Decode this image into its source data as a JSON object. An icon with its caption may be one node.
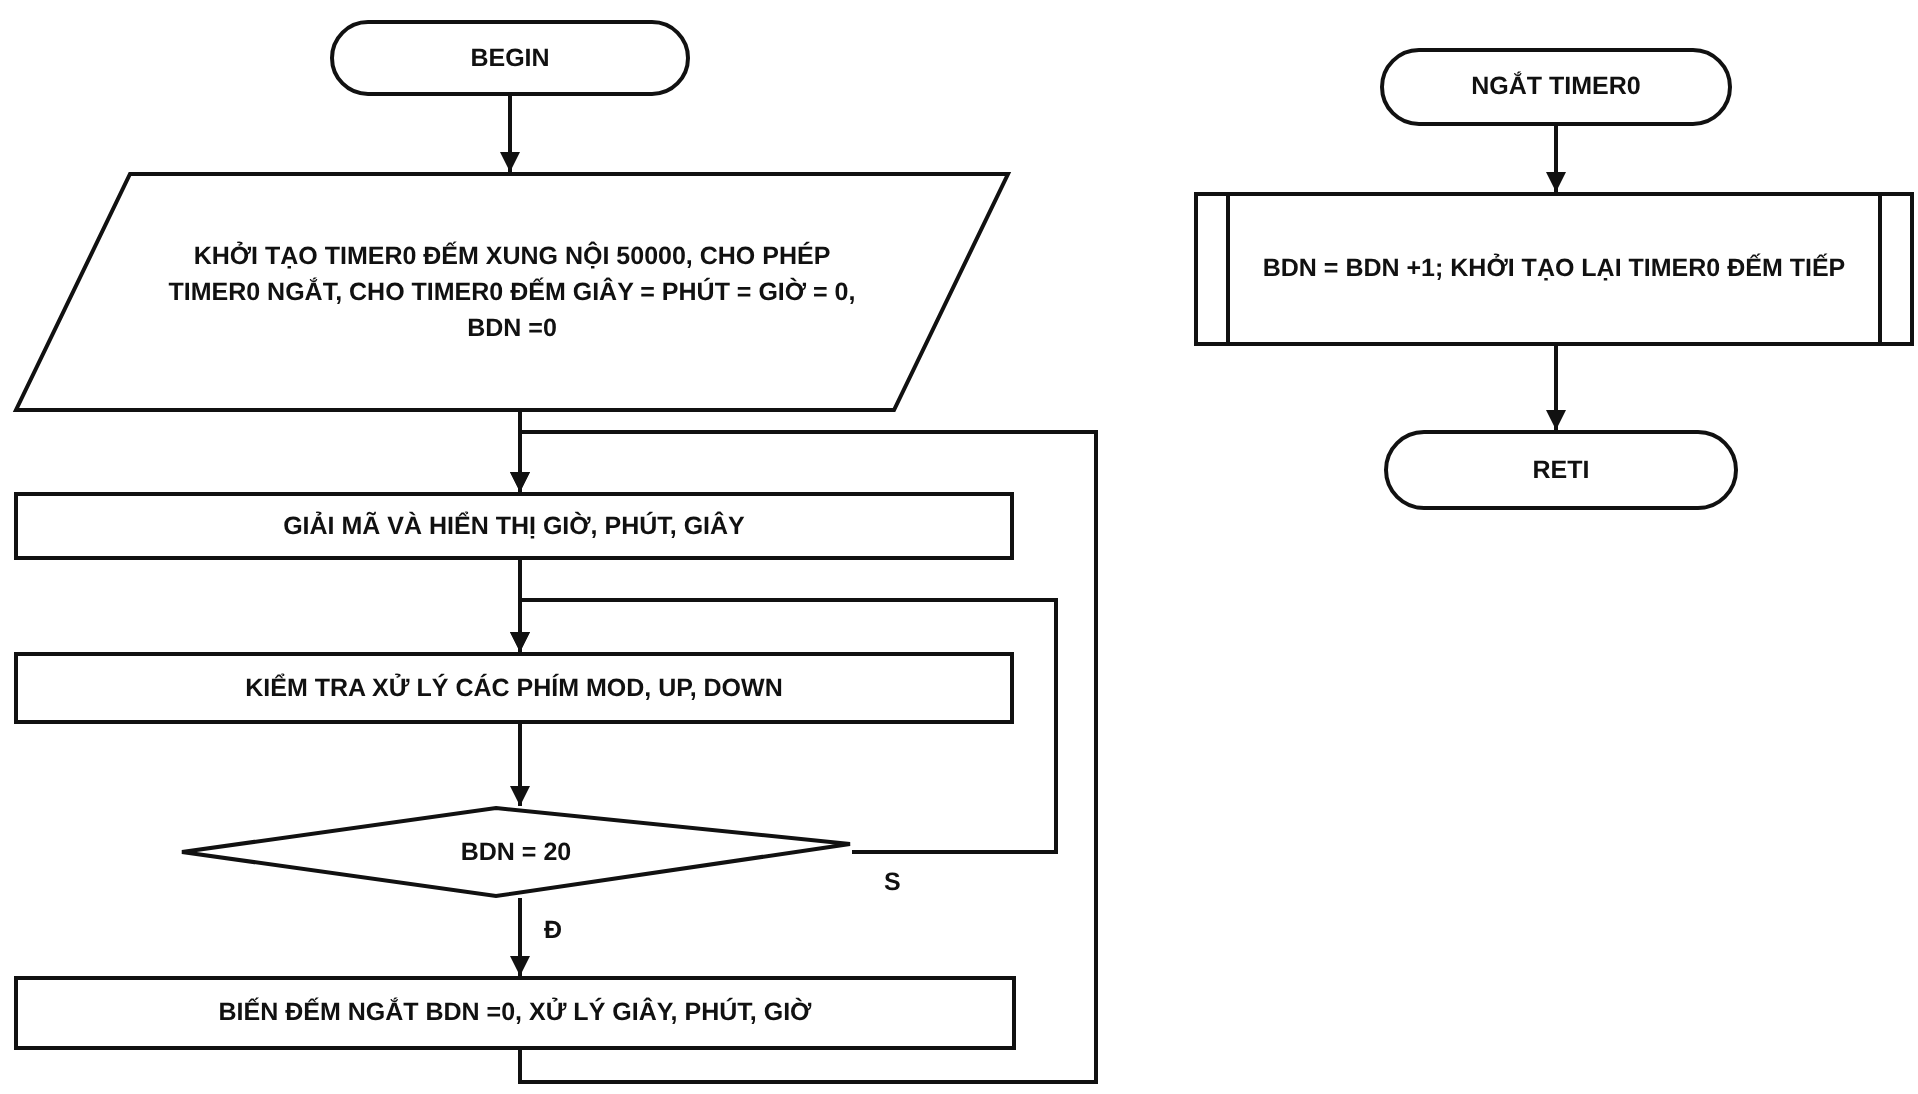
{
  "diagram": {
    "nodes": [
      {
        "text": [
          "BEGIN"
        ]
      },
      {
        "text": [
          "KHỞI TẠO TIMER0 ĐẾM XUNG NỘI 50000, CHO PHÉP TIMER0 NGẮT, CHO TIMER0 ĐẾM GIÂY = PHÚT = GIỜ = 0, BDN =0"
        ]
      },
      {
        "text": [
          "GIẢI MÃ VÀ HIỂN THỊ GIỜ, PHÚT, GIÂY"
        ]
      },
      {
        "text": [
          "KIỂM TRA XỬ LÝ CÁC PHÍM MOD, UP, DOWN"
        ]
      },
      {
        "text": [
          "BDN = 20"
        ]
      },
      {
        "text": [
          "BIẾN ĐẾM NGẮT BDN =0, XỬ LÝ GIÂY, PHÚT, GIỜ"
        ]
      },
      {
        "text": [
          "NGẮT TIMER0"
        ]
      },
      {
        "text": [
          "BDN = BDN +1; KHỞI TẠO LẠI TIMER0 ĐẾM TIẾP"
        ]
      },
      {
        "text": [
          "RETI"
        ]
      }
    ],
    "edges": [
      {
        "from": 0,
        "to": 1,
        "arrow": "to"
      },
      {
        "from": 1,
        "to": 2,
        "arrow": "to"
      },
      {
        "from": 2,
        "to": 3,
        "arrow": "to"
      },
      {
        "from": 3,
        "to": 4,
        "arrow": "to"
      },
      {
        "from": 4,
        "to": 5,
        "arrow": "to",
        "label": "Đ"
      },
      {
        "from": 4,
        "to": 3,
        "arrow": "to",
        "label": "S"
      },
      {
        "from": 5,
        "to": 2,
        "arrow": "to"
      },
      {
        "from": 6,
        "to": 7,
        "arrow": "to"
      },
      {
        "from": 7,
        "to": 8,
        "arrow": "to"
      }
    ]
  }
}
